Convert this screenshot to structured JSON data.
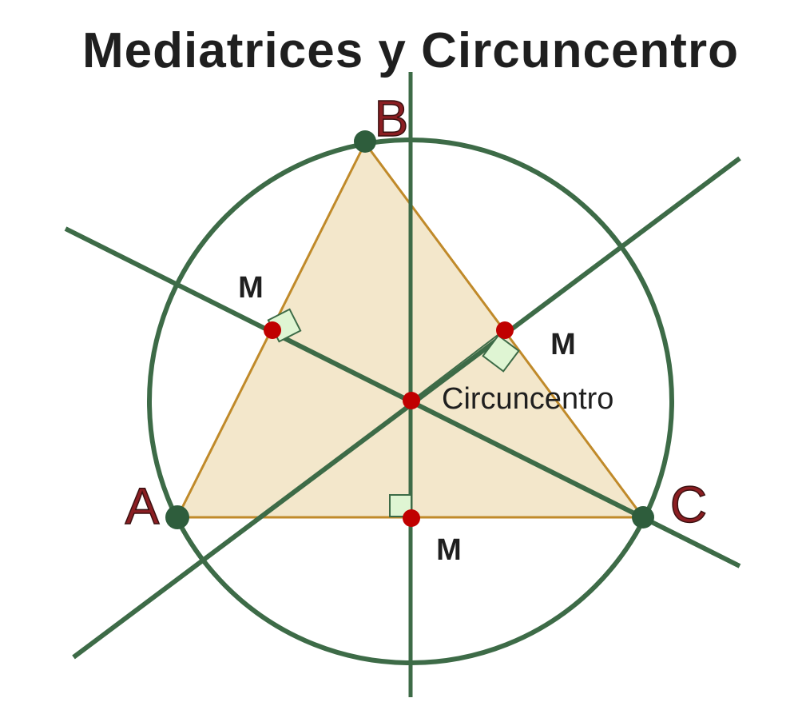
{
  "title": "Mediatrices y Circuncentro",
  "vertices": {
    "a_label": "A",
    "b_label": "B",
    "c_label": "C"
  },
  "midpoints": {
    "ab_label": "M",
    "bc_label": "M",
    "ac_label": "M"
  },
  "center_label": "Circuncentro",
  "colors": {
    "triangle_fill": "#f3e7cb",
    "triangle_stroke": "#c08a2a",
    "line_color": "#3d6b47",
    "vertex_dot": "#2e5d3c",
    "point_red": "#c00000",
    "right_angle_fill": "#dff5d3",
    "label_red": "#8b1e22",
    "text_dark": "#1f1f1f"
  }
}
